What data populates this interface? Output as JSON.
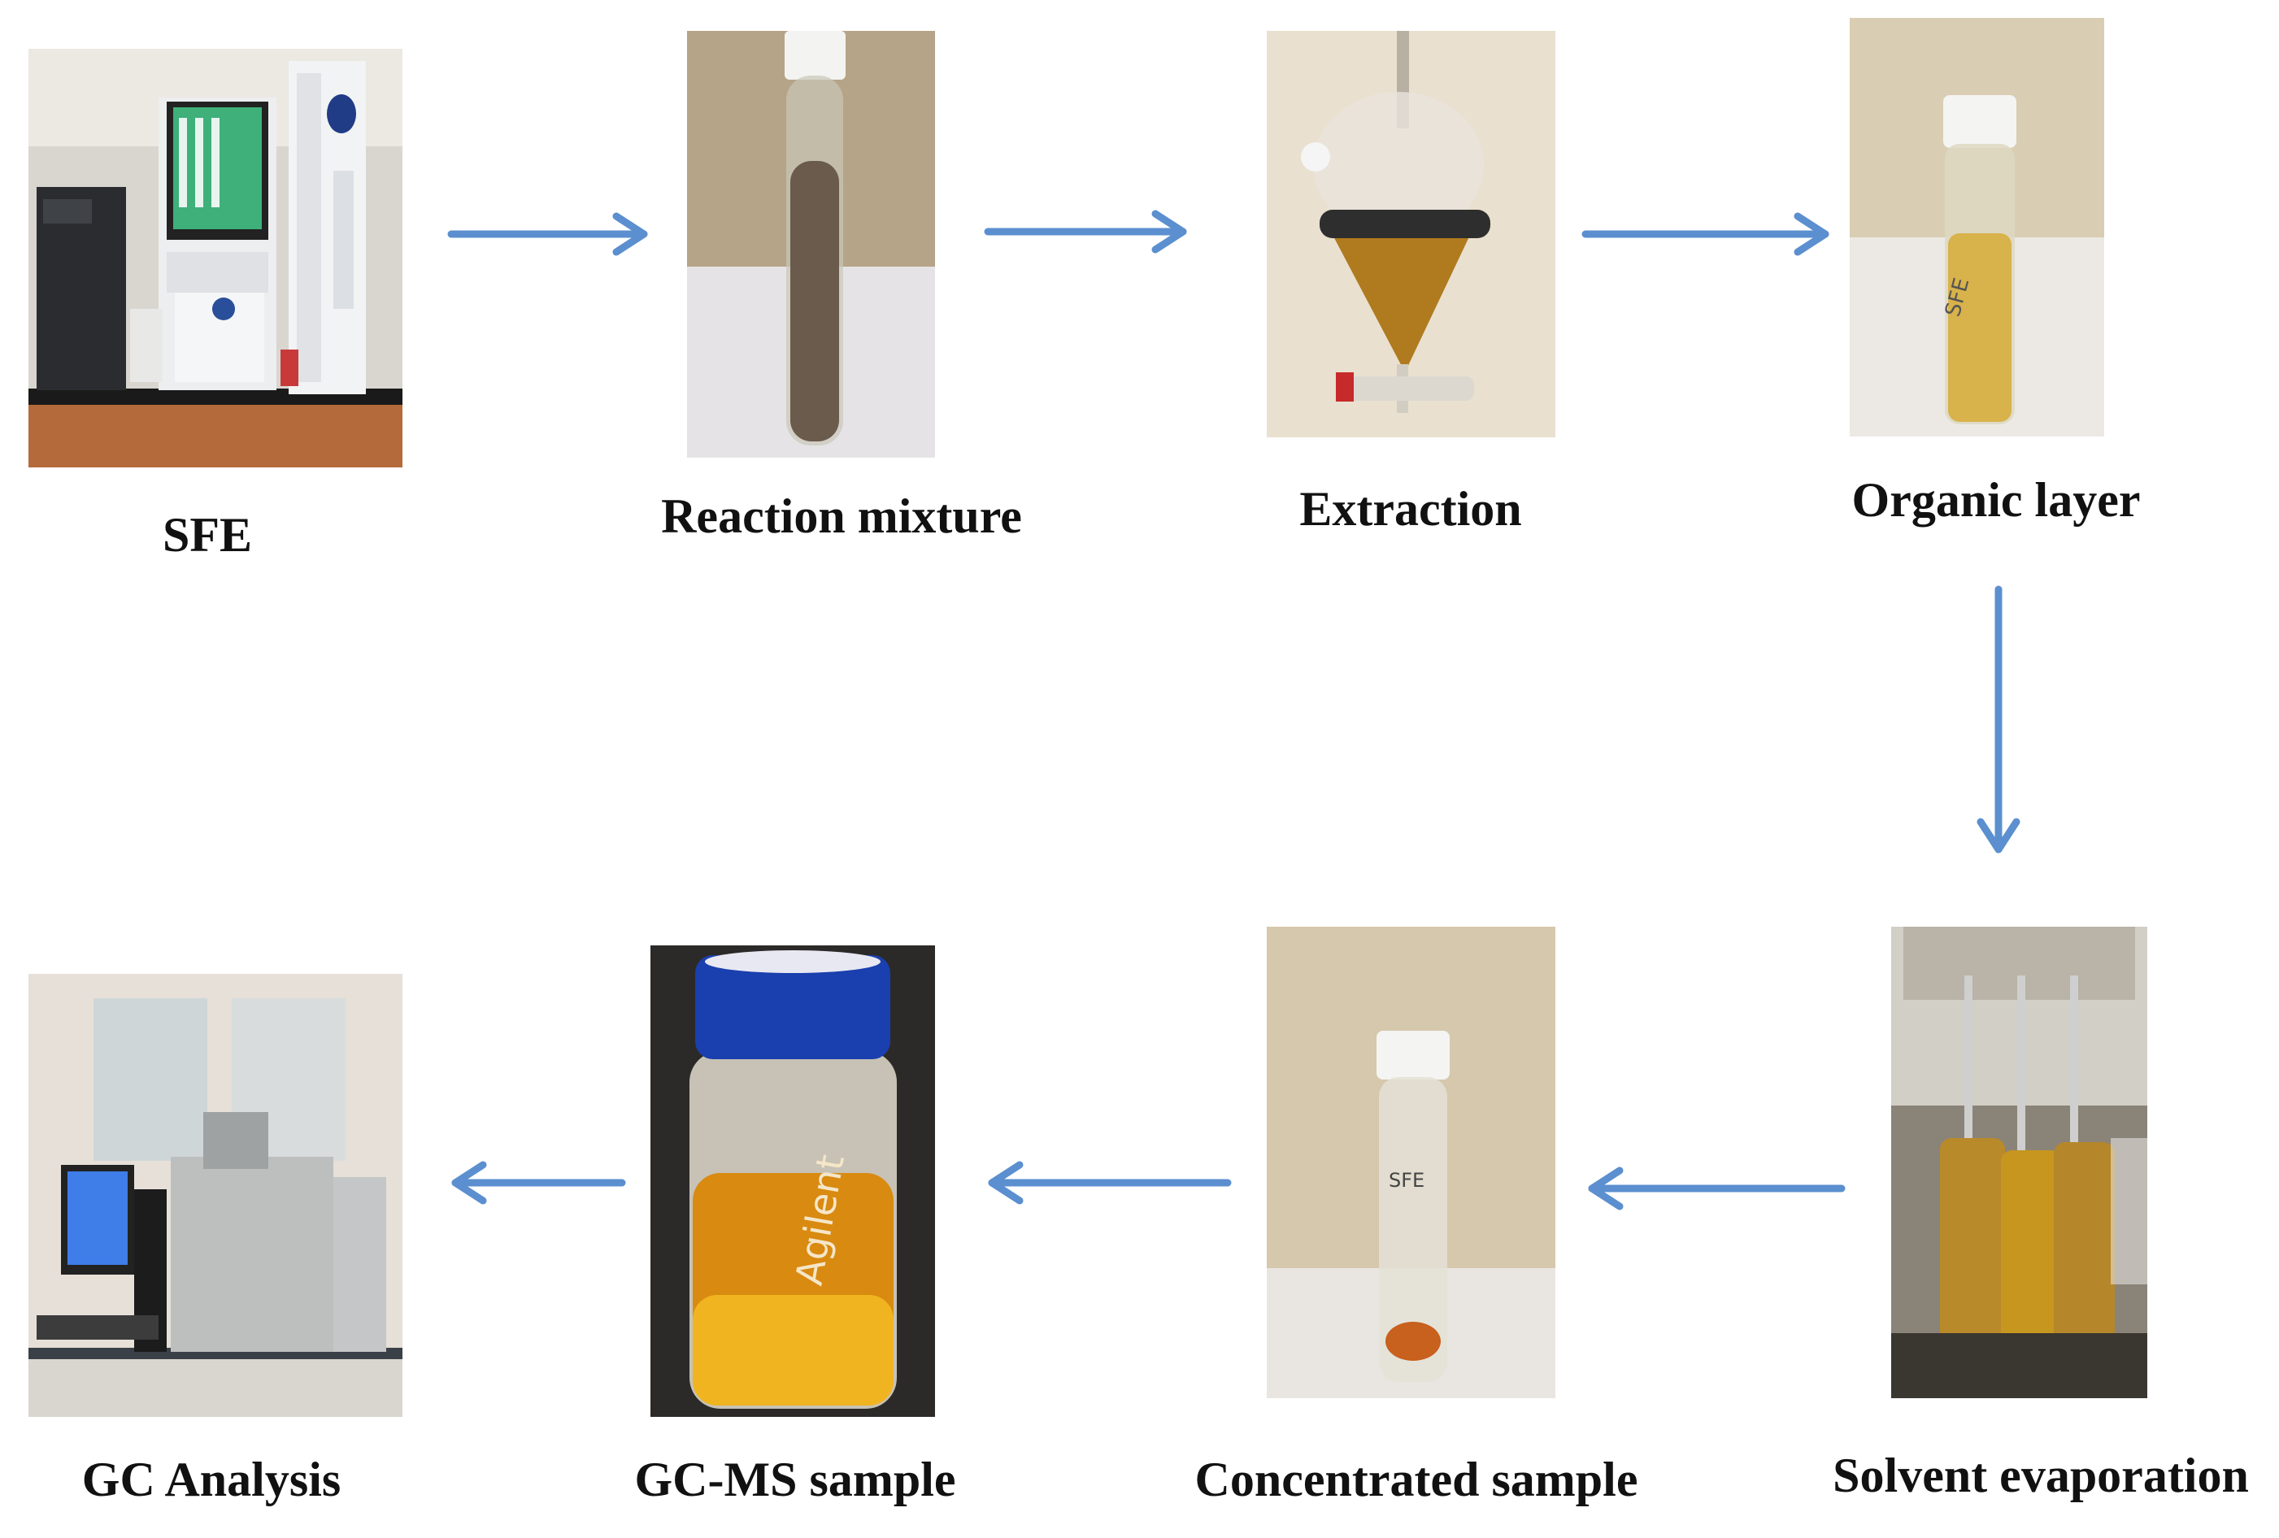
{
  "steps": [
    {
      "key": "sfe",
      "label": "SFE"
    },
    {
      "key": "reaction",
      "label": "Reaction mixture"
    },
    {
      "key": "extraction",
      "label": "Extraction"
    },
    {
      "key": "organic",
      "label": "Organic layer"
    },
    {
      "key": "evaporation",
      "label": "Solvent evaporation"
    },
    {
      "key": "concentrated",
      "label": "Concentrated sample"
    },
    {
      "key": "gcms",
      "label": "GC-MS sample"
    },
    {
      "key": "gc",
      "label": "GC Analysis"
    }
  ],
  "vial_labels": {
    "gcms_brand": "Agilent"
  },
  "colors": {
    "arrow": "#5b8fcf",
    "amber": "#c98a17",
    "vial_cap_blue": "#1a3fae"
  }
}
